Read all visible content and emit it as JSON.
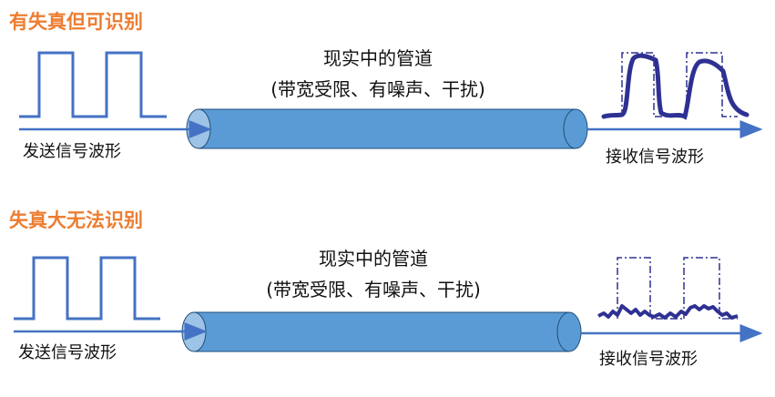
{
  "colors": {
    "title": "#ed7d31",
    "signal": "#4472c4",
    "received": "#2e3192",
    "pipe": "#5b9bd5",
    "pipe_face": "#9dc3e6"
  },
  "panels": [
    {
      "title": "有失真但可识别",
      "pipe_line1": "现实中的管道",
      "pipe_line2": "(带宽受限、有噪声、干扰)",
      "send_label": "发送信号波形",
      "recv_label": "接收信号波形"
    },
    {
      "title": "失真大无法识别",
      "pipe_line1": "现实中的管道",
      "pipe_line2": "(带宽受限、有噪声、干扰)",
      "send_label": "发送信号波形",
      "recv_label": "接收信号波形"
    }
  ]
}
